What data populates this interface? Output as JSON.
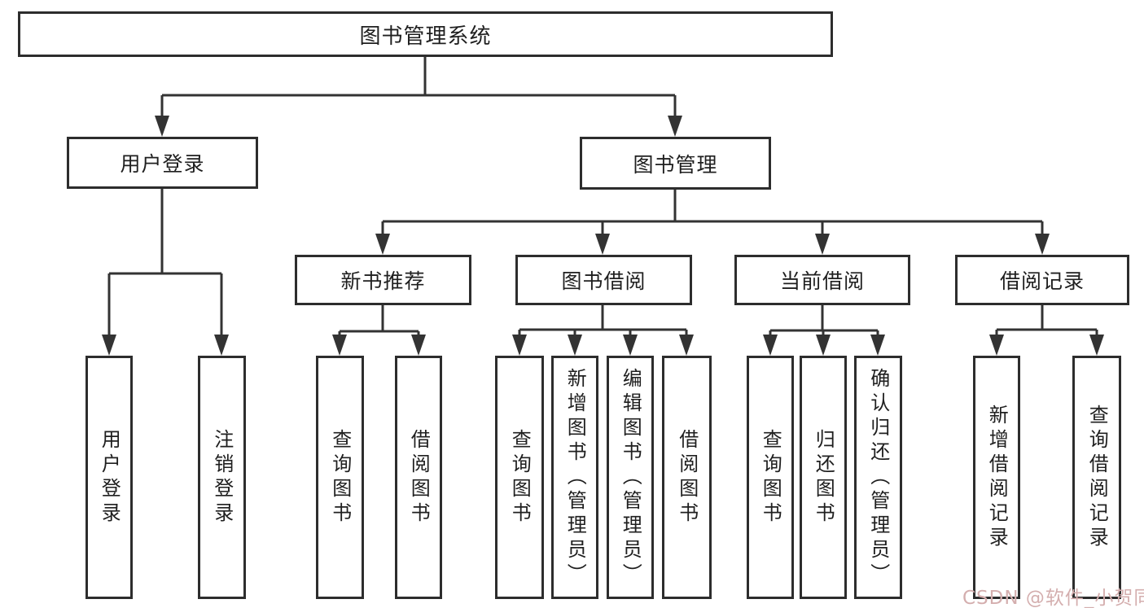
{
  "diagram": {
    "title": "图书管理系统",
    "nodes": {
      "root": "图书管理系统",
      "user_login": "用户登录",
      "book_management": "图书管理",
      "new_book_recommend": "新书推荐",
      "book_borrow": "图书借阅",
      "current_borrow": "当前借阅",
      "borrow_records": "借阅记录",
      "user_login_leaf": "用户登录",
      "logout_leaf": "注销登录",
      "query_books_under_recommend": "查询图书",
      "borrow_books_under_recommend": "借阅图书",
      "query_books_under_borrow": "查询图书",
      "add_books_admin": "新增图书（管理员）",
      "edit_books_admin": "编辑图书（管理员）",
      "borrow_books_under_borrow": "借阅图书",
      "query_books_under_current": "查询图书",
      "return_books": "归还图书",
      "confirm_return_admin": "确认归还（管理员）",
      "add_borrow_record": "新增借阅记录",
      "query_borrow_record": "查询借阅记录"
    },
    "watermark": "CSDN @软件_小贺同学",
    "colors": {
      "line": "#333333",
      "box_border": "#2d2d2d",
      "text": "#1f1f1f",
      "watermark": "#d4aeae",
      "background": "#ffffff"
    }
  }
}
